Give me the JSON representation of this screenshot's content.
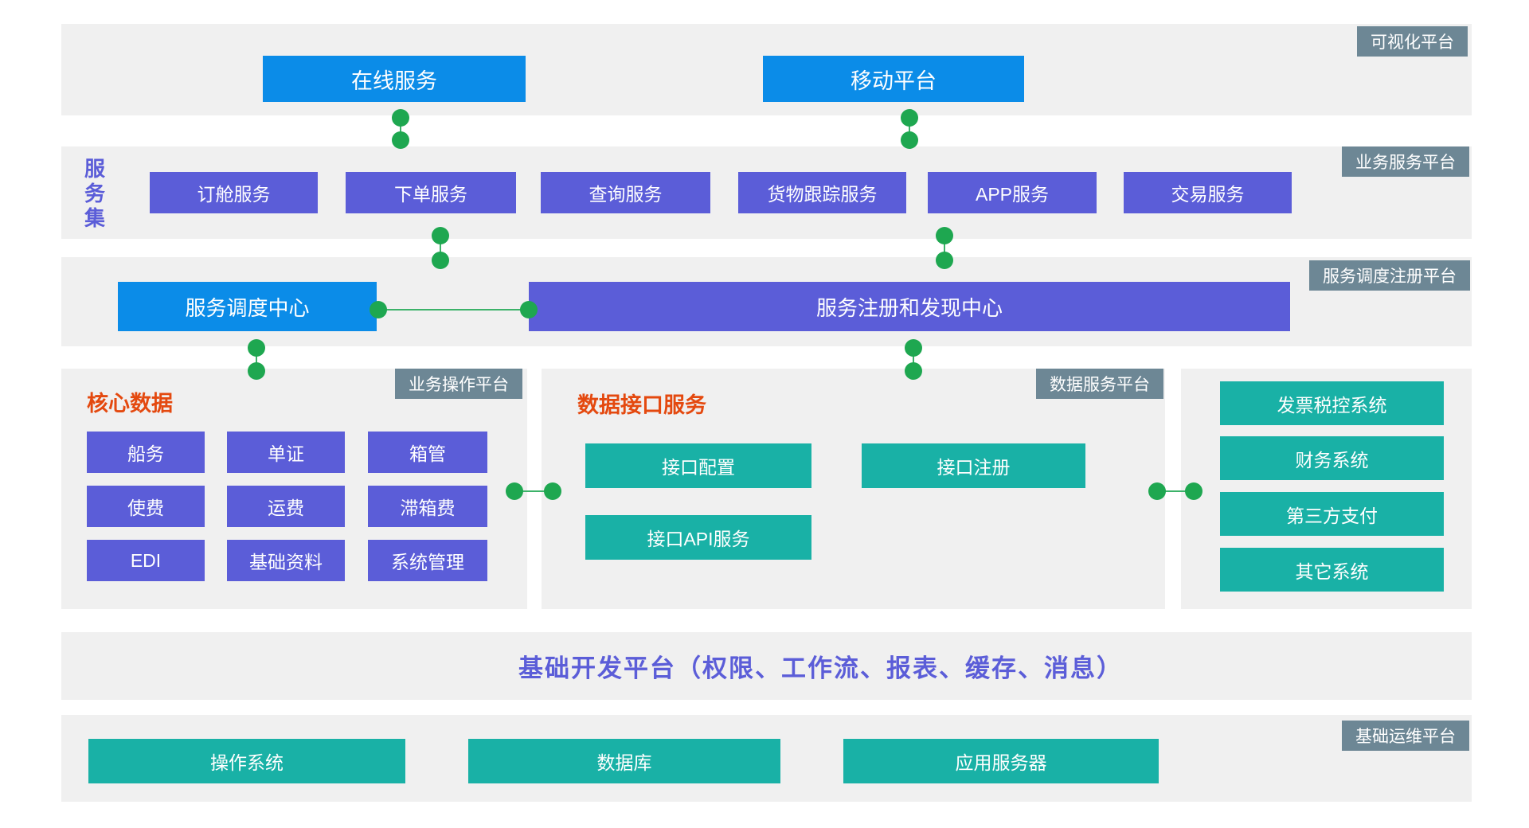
{
  "palette": {
    "accent_blue": "#0b8ce8",
    "accent_purple": "#5b5dd8",
    "accent_teal": "#19b1a6",
    "connector_green": "#1ea750",
    "tag_slate": "#6d8795",
    "title_orange": "#e4490f",
    "band_background": "#f0f0f0"
  },
  "visual_layer": {
    "tag": "可视化平台",
    "items": [
      "在线服务",
      "移动平台"
    ]
  },
  "service_layer": {
    "tag": "业务服务平台",
    "side_label": "服务集",
    "items": [
      "订舱服务",
      "下单服务",
      "查询服务",
      "货物跟踪服务",
      "APP服务",
      "交易服务"
    ]
  },
  "dispatch_layer": {
    "tag": "服务调度注册平台",
    "items": [
      "服务调度中心",
      "服务注册和发现中心"
    ]
  },
  "core_panel": {
    "tag": "业务操作平台",
    "title": "核心数据",
    "items": [
      "船务",
      "单证",
      "箱管",
      "使费",
      "运费",
      "滞箱费",
      "EDI",
      "基础资料",
      "系统管理"
    ]
  },
  "data_panel": {
    "tag": "数据服务平台",
    "title": "数据接口服务",
    "items": [
      "接口配置",
      "接口注册",
      "接口API服务"
    ]
  },
  "external_panel": {
    "items": [
      "发票税控系统",
      "财务系统",
      "第三方支付",
      "其它系统"
    ]
  },
  "dev_layer": {
    "text": "基础开发平台（权限、工作流、报表、缓存、消息）"
  },
  "ops_layer": {
    "tag": "基础运维平台",
    "items": [
      "操作系统",
      "数据库",
      "应用服务器"
    ]
  }
}
